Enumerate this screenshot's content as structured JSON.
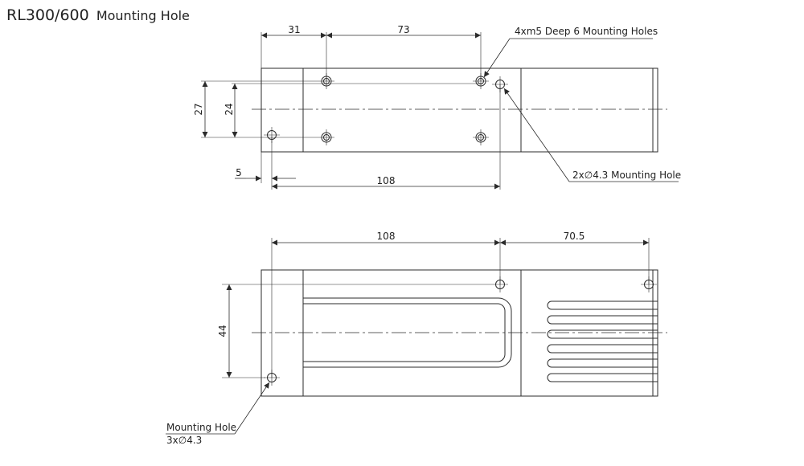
{
  "title": {
    "model": "RL300/600",
    "caption": "Mounting Hole"
  },
  "top_view": {
    "dims": {
      "d31": "31",
      "d73": "73",
      "d27": "27",
      "d24": "24",
      "d5": "5",
      "d108": "108"
    },
    "callouts": {
      "threaded": "4xm5 Deep 6 Mounting Holes",
      "through": "2x∅4.3 Mounting Hole"
    }
  },
  "bottom_view": {
    "dims": {
      "d108": "108",
      "d70_5": "70.5",
      "d44": "44"
    },
    "callout": {
      "line1": "Mounting Hole",
      "line2": "3x∅4.3"
    }
  },
  "colors": {
    "line": "#2b2b2b",
    "text": "#222222",
    "background": "#ffffff"
  }
}
